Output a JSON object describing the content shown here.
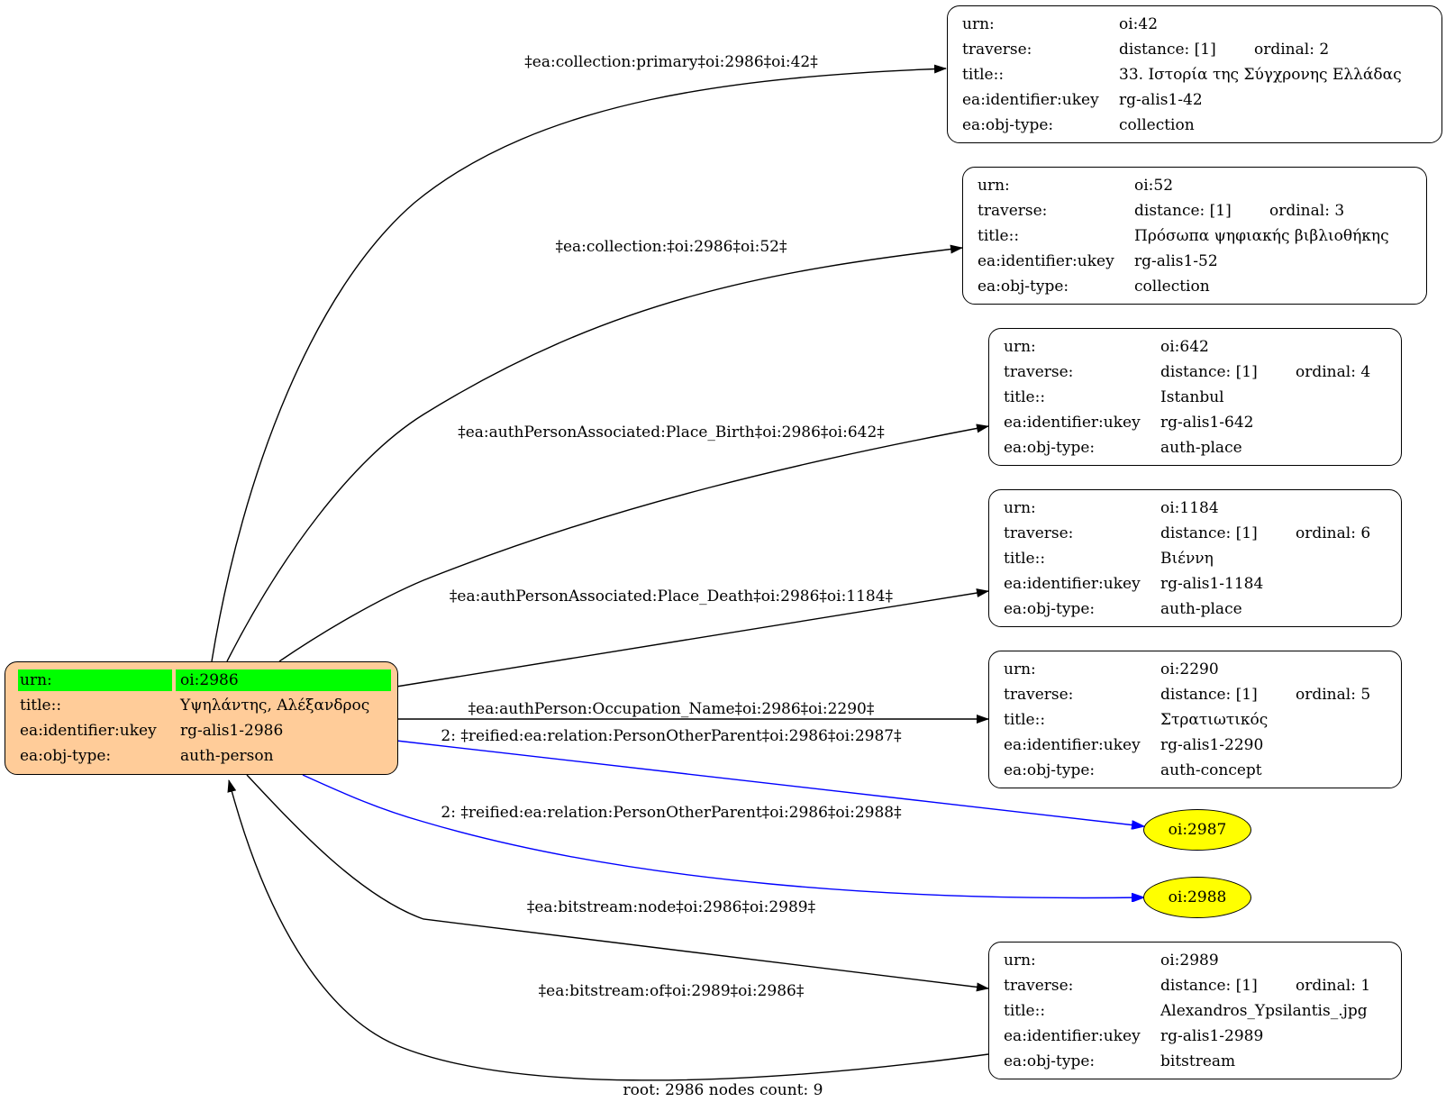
{
  "root": {
    "rows": [
      {
        "key": "urn:",
        "value": "oi:2986"
      },
      {
        "key": "title::",
        "value": "Υψηλάντης, Αλέξανδρος"
      },
      {
        "key": "ea:identifier:ukey",
        "value": "rg-alis1-2986"
      },
      {
        "key": "ea:obj-type:",
        "value": "auth-person"
      }
    ],
    "fill_color": "#ffcc99",
    "highlight_color": "#00ff00"
  },
  "nodes": [
    {
      "rows": [
        {
          "key": "urn:",
          "value": "oi:42"
        },
        {
          "key": "traverse:",
          "value": "distance: [1]",
          "value2": "ordinal: 2"
        },
        {
          "key": "title::",
          "value": "33. Ιστορία της Σύγχρονης Ελλάδας"
        },
        {
          "key": "ea:identifier:ukey",
          "value": "rg-alis1-42"
        },
        {
          "key": "ea:obj-type:",
          "value": "collection"
        }
      ]
    },
    {
      "rows": [
        {
          "key": "urn:",
          "value": "oi:52"
        },
        {
          "key": "traverse:",
          "value": "distance: [1]",
          "value2": "ordinal: 3"
        },
        {
          "key": "title::",
          "value": "Πρόσωπα ψηφιακής βιβλιοθήκης"
        },
        {
          "key": "ea:identifier:ukey",
          "value": "rg-alis1-52"
        },
        {
          "key": "ea:obj-type:",
          "value": "collection"
        }
      ]
    },
    {
      "rows": [
        {
          "key": "urn:",
          "value": "oi:642"
        },
        {
          "key": "traverse:",
          "value": "distance: [1]",
          "value2": "ordinal: 4"
        },
        {
          "key": "title::",
          "value": "Istanbul"
        },
        {
          "key": "ea:identifier:ukey",
          "value": "rg-alis1-642"
        },
        {
          "key": "ea:obj-type:",
          "value": "auth-place"
        }
      ]
    },
    {
      "rows": [
        {
          "key": "urn:",
          "value": "oi:1184"
        },
        {
          "key": "traverse:",
          "value": "distance: [1]",
          "value2": "ordinal: 6"
        },
        {
          "key": "title::",
          "value": "Βιέννη"
        },
        {
          "key": "ea:identifier:ukey",
          "value": "rg-alis1-1184"
        },
        {
          "key": "ea:obj-type:",
          "value": "auth-place"
        }
      ]
    },
    {
      "rows": [
        {
          "key": "urn:",
          "value": "oi:2290"
        },
        {
          "key": "traverse:",
          "value": "distance: [1]",
          "value2": "ordinal: 5"
        },
        {
          "key": "title::",
          "value": "Στρατιωτικός"
        },
        {
          "key": "ea:identifier:ukey",
          "value": "rg-alis1-2290"
        },
        {
          "key": "ea:obj-type:",
          "value": "auth-concept"
        }
      ]
    },
    {
      "rows": [
        {
          "key": "urn:",
          "value": "oi:2989"
        },
        {
          "key": "traverse:",
          "value": "distance: [1]",
          "value2": "ordinal: 1"
        },
        {
          "key": "title::",
          "value": "Alexandros_Ypsilantis_.jpg"
        },
        {
          "key": "ea:identifier:ukey",
          "value": "rg-alis1-2989"
        },
        {
          "key": "ea:obj-type:",
          "value": "bitstream"
        }
      ]
    }
  ],
  "ellipses": [
    {
      "label": "oi:2987",
      "fill_color": "#ffff00"
    },
    {
      "label": "oi:2988",
      "fill_color": "#ffff00"
    }
  ],
  "edges": [
    {
      "label": "‡ea:collection:primary‡oi:2986‡oi:42‡",
      "color": "#000000"
    },
    {
      "label": "‡ea:collection:‡oi:2986‡oi:52‡",
      "color": "#000000"
    },
    {
      "label": "‡ea:authPersonAssociated:Place_Birth‡oi:2986‡oi:642‡",
      "color": "#000000"
    },
    {
      "label": "‡ea:authPersonAssociated:Place_Death‡oi:2986‡oi:1184‡",
      "color": "#000000"
    },
    {
      "label": "‡ea:authPerson:Occupation_Name‡oi:2986‡oi:2290‡",
      "color": "#000000"
    },
    {
      "label": "2: ‡reified:ea:relation:PersonOtherParent‡oi:2986‡oi:2987‡",
      "color": "#0000ff"
    },
    {
      "label": "2: ‡reified:ea:relation:PersonOtherParent‡oi:2986‡oi:2988‡",
      "color": "#0000ff"
    },
    {
      "label": "‡ea:bitstream:node‡oi:2986‡oi:2989‡",
      "color": "#000000"
    },
    {
      "label": "‡ea:bitstream:of‡oi:2989‡oi:2986‡",
      "color": "#000000"
    }
  ],
  "footer": "root: 2986 nodes count: 9"
}
